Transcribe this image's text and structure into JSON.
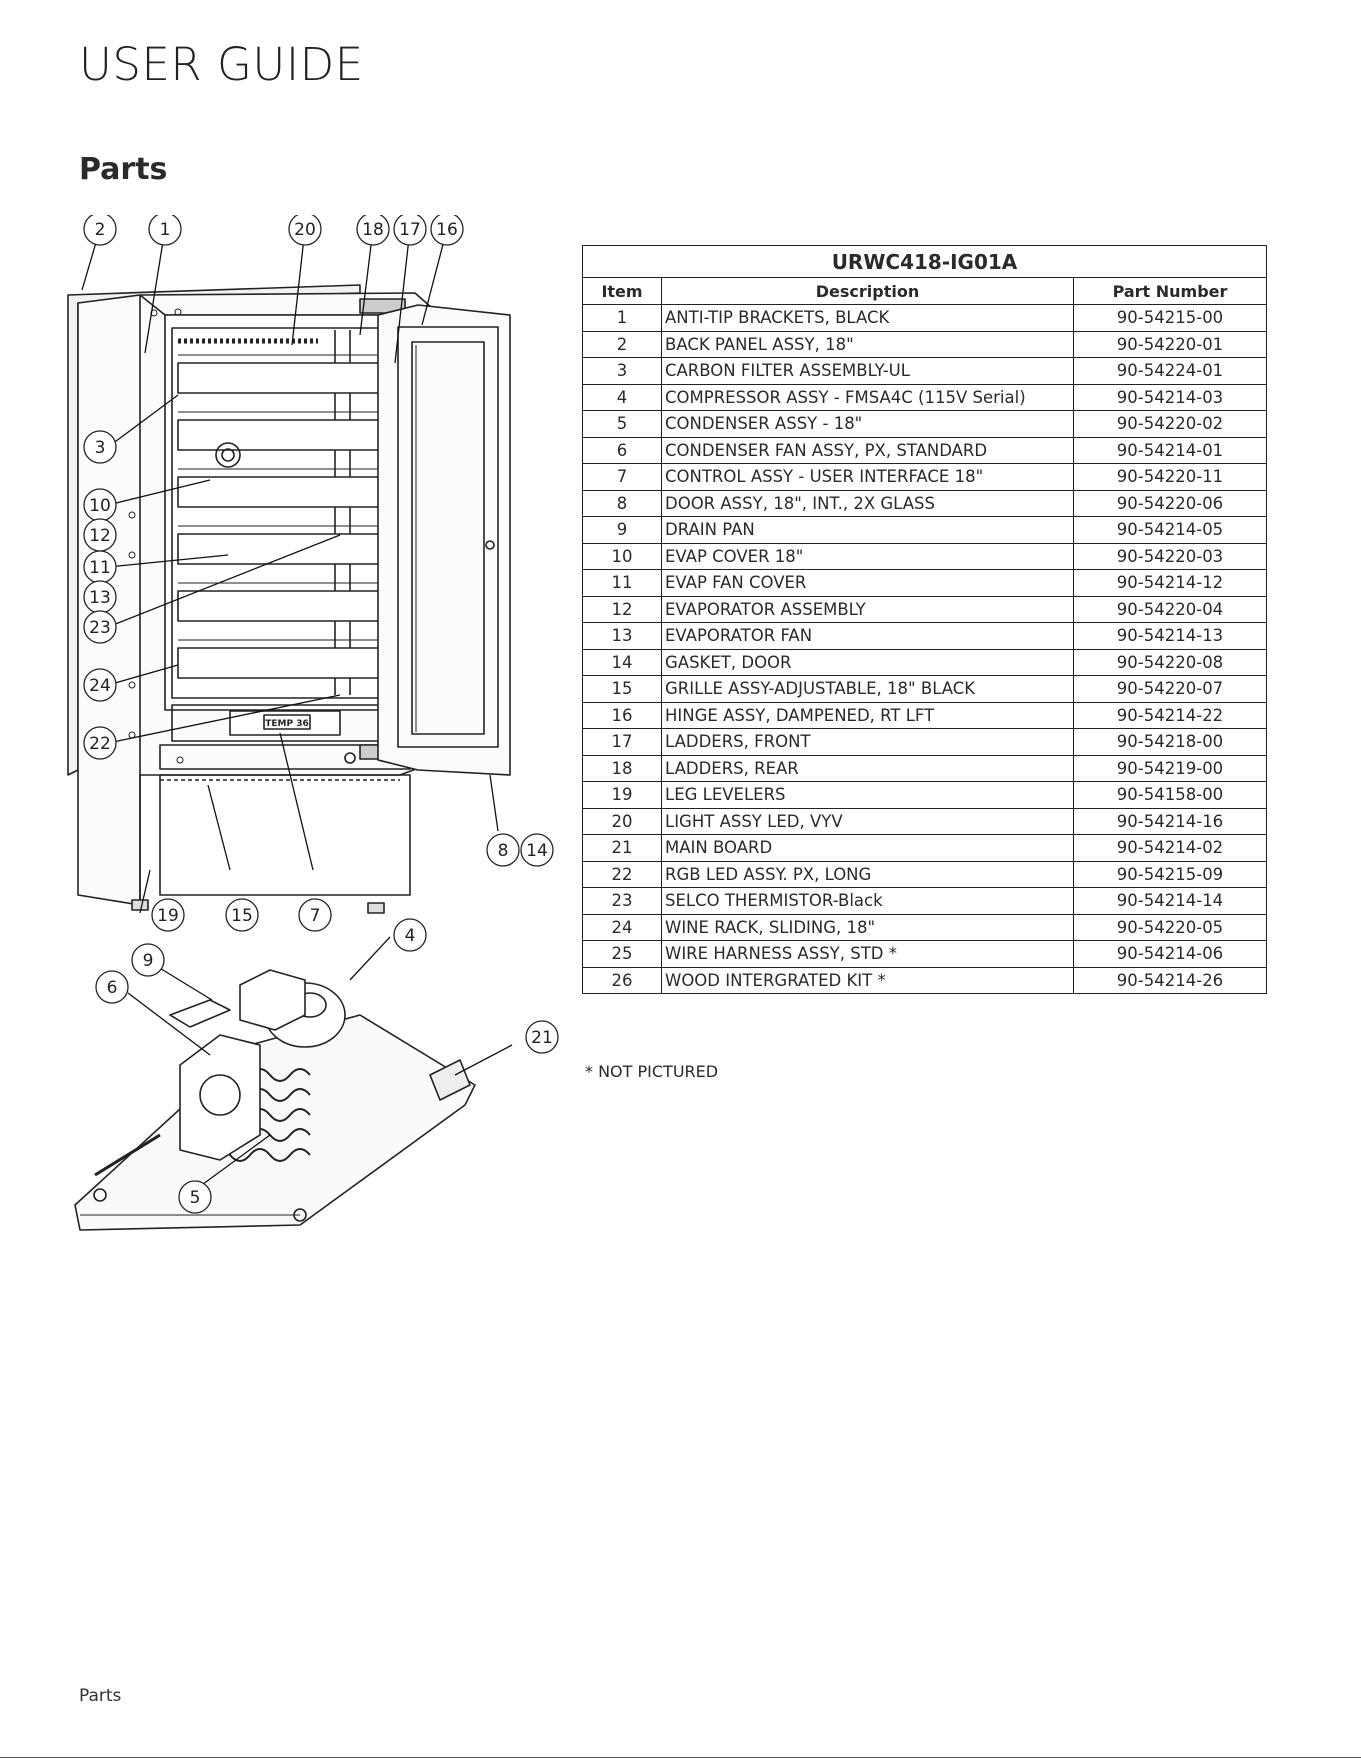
{
  "header": {
    "title": "USER GUIDE"
  },
  "section": {
    "title": "Parts"
  },
  "callouts": {
    "top": [
      "2",
      "1",
      "20",
      "18",
      "17",
      "16"
    ],
    "left": [
      "3",
      "10",
      "12",
      "11",
      "13",
      "23",
      "24",
      "22"
    ],
    "bottom": [
      "19",
      "15",
      "7"
    ],
    "door": [
      "8",
      "14"
    ],
    "base": [
      "4",
      "9",
      "6",
      "21",
      "5"
    ]
  },
  "display_label": "TEMP 36",
  "table": {
    "model": "URWC418-IG01A",
    "headers": {
      "item": "Item",
      "description": "Description",
      "part_number": "Part Number"
    },
    "rows": [
      {
        "item": "1",
        "description": "ANTI-TIP BRACKETS, BLACK",
        "part_number": "90-54215-00"
      },
      {
        "item": "2",
        "description": "BACK PANEL ASSY, 18\"",
        "part_number": "90-54220-01"
      },
      {
        "item": "3",
        "description": "CARBON FILTER ASSEMBLY-UL",
        "part_number": "90-54224-01"
      },
      {
        "item": "4",
        "description": "COMPRESSOR ASSY - FMSA4C (115V Serial)",
        "part_number": "90-54214-03"
      },
      {
        "item": "5",
        "description": "CONDENSER ASSY - 18\"",
        "part_number": "90-54220-02"
      },
      {
        "item": "6",
        "description": "CONDENSER FAN ASSY, PX, STANDARD",
        "part_number": "90-54214-01"
      },
      {
        "item": "7",
        "description": "CONTROL ASSY - USER INTERFACE 18\"",
        "part_number": "90-54220-11"
      },
      {
        "item": "8",
        "description": "DOOR ASSY, 18\", INT., 2X GLASS",
        "part_number": "90-54220-06"
      },
      {
        "item": "9",
        "description": "DRAIN PAN",
        "part_number": "90-54214-05"
      },
      {
        "item": "10",
        "description": "EVAP COVER 18\"",
        "part_number": "90-54220-03"
      },
      {
        "item": "11",
        "description": "EVAP FAN COVER",
        "part_number": "90-54214-12"
      },
      {
        "item": "12",
        "description": "EVAPORATOR ASSEMBLY",
        "part_number": "90-54220-04"
      },
      {
        "item": "13",
        "description": "EVAPORATOR FAN",
        "part_number": "90-54214-13"
      },
      {
        "item": "14",
        "description": "GASKET, DOOR",
        "part_number": "90-54220-08"
      },
      {
        "item": "15",
        "description": "GRILLE ASSY-ADJUSTABLE, 18\" BLACK",
        "part_number": "90-54220-07"
      },
      {
        "item": "16",
        "description": "HINGE ASSY, DAMPENED, RT LFT",
        "part_number": "90-54214-22"
      },
      {
        "item": "17",
        "description": "LADDERS, FRONT",
        "part_number": "90-54218-00"
      },
      {
        "item": "18",
        "description": "LADDERS, REAR",
        "part_number": "90-54219-00"
      },
      {
        "item": "19",
        "description": "LEG LEVELERS",
        "part_number": "90-54158-00"
      },
      {
        "item": "20",
        "description": "LIGHT ASSY LED, VYV",
        "part_number": "90-54214-16"
      },
      {
        "item": "21",
        "description": "MAIN BOARD",
        "part_number": "90-54214-02"
      },
      {
        "item": "22",
        "description": "RGB LED ASSY. PX, LONG",
        "part_number": "90-54215-09"
      },
      {
        "item": "23",
        "description": "SELCO THERMISTOR-Black",
        "part_number": "90-54214-14"
      },
      {
        "item": "24",
        "description": "WINE RACK, SLIDING, 18\"",
        "part_number": "90-54220-05"
      },
      {
        "item": "25",
        "description": "WIRE HARNESS ASSY, STD *",
        "part_number": "90-54214-06"
      },
      {
        "item": "26",
        "description": "WOOD INTERGRATED KIT *",
        "part_number": "90-54214-26"
      }
    ]
  },
  "note": "* NOT PICTURED",
  "footer": {
    "section": "Parts"
  }
}
